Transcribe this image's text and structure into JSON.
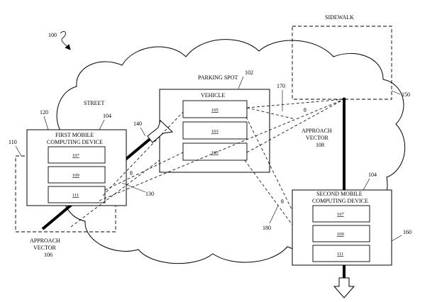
{
  "figure_ref": "100",
  "labels": {
    "street": "STREET",
    "sidewalk": "SIDEWALK",
    "parking_spot": "PARKING SPOT",
    "parking_spot_ref": "102",
    "ref_170": "170",
    "ref_150": "150",
    "ref_140": "140",
    "ref_130": "130",
    "ref_180": "180",
    "ref_160": "160",
    "ref_110": "110",
    "ref_120": "120",
    "theta_top": "θ",
    "theta_left": "θ",
    "theta_bottom": "θ"
  },
  "vehicle": {
    "title": "VEHICLE",
    "slots": [
      "105",
      "103",
      "105"
    ]
  },
  "first_device": {
    "ref": "104",
    "title_line1": "FIRST MOBILE",
    "title_line2": "COMPUTING DEVICE",
    "slots": [
      "107",
      "109",
      "111"
    ]
  },
  "second_device": {
    "ref": "104",
    "title_line1": "SECOND MOBILE",
    "title_line2": "COMPUTING DEVICE",
    "slots": [
      "107",
      "109",
      "111"
    ]
  },
  "approach_vector_1": {
    "line1": "APPROACH",
    "line2": "VECTOR",
    "ref": "106"
  },
  "approach_vector_2": {
    "line1": "APPROACH",
    "line2": "VECTOR",
    "ref": "108"
  }
}
